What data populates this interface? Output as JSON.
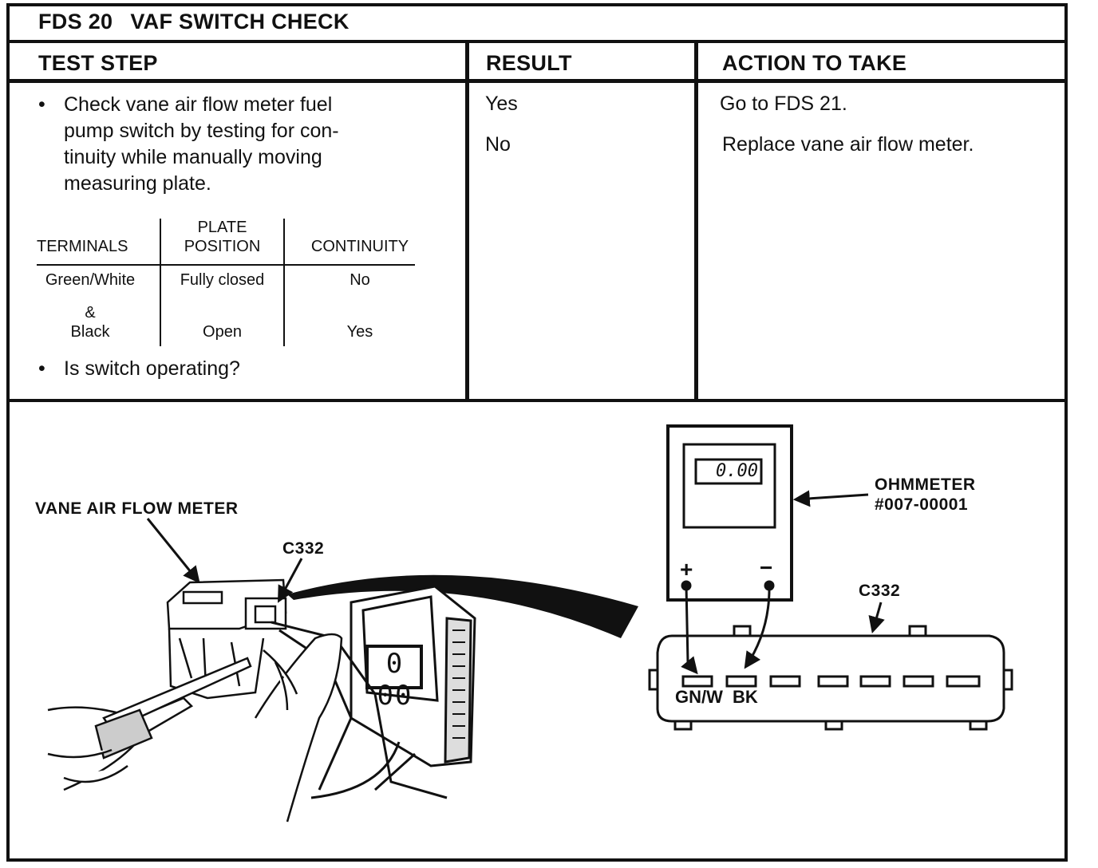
{
  "header": {
    "code": "FDS 20",
    "title": "VAF SWITCH CHECK"
  },
  "columns": {
    "test_step": "TEST STEP",
    "result": "RESULT",
    "action": "ACTION TO TAKE"
  },
  "test_step": {
    "bullet1_lines": [
      "Check vane air flow meter fuel",
      "pump switch by testing for con-",
      "tinuity while manually moving",
      "measuring plate."
    ],
    "bullet2": "Is switch operating?",
    "bullet_symbol": "•"
  },
  "continuity_table": {
    "headers": {
      "terminals": "TERMINALS",
      "plate_line1": "PLATE",
      "plate_line2": "POSITION",
      "continuity": "CONTINUITY"
    },
    "rows": {
      "terminal_line1": "Green/White",
      "terminal_amp": "&",
      "terminal_line2": "Black",
      "pos1": "Fully closed",
      "pos2": "Open",
      "cont1": "No",
      "cont2": "Yes"
    }
  },
  "results": {
    "yes": "Yes",
    "no": "No"
  },
  "actions": {
    "yes": "Go to FDS 21.",
    "no": "Replace vane air flow meter."
  },
  "figure": {
    "vane_label": "VANE AIR FLOW METER",
    "connector_left": "C332",
    "connector_right": "C332",
    "ohmmeter_label": "OHMMETER",
    "ohmmeter_part": "#007-00001",
    "display_reading": "0.00",
    "handheld_reading": "0 00",
    "plus": "+",
    "minus": "−",
    "pin_gnw": "GN/W",
    "pin_bk": "BK"
  }
}
